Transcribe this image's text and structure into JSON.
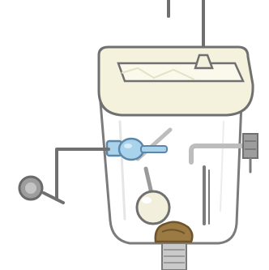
{
  "diagram": {
    "components": [
      "supply-pipe",
      "lid-tray",
      "tank",
      "float-valve",
      "float-arm",
      "float-ball",
      "overflow-pipe",
      "refill-tube",
      "flush-handle",
      "lever-arm",
      "flapper",
      "drain-outlet"
    ]
  },
  "colors": {
    "outline": "#6f6f6f",
    "lid_fill": "#f4f1dd",
    "lid_inner": "#fbf9ec",
    "tank_glass": "#ffffff",
    "valve_blue": "#a9d3ec",
    "valve_blue_stroke": "#5d87a6",
    "float_ball": "#f2efdc",
    "flapper": "#9b7a43",
    "flapper_dark": "#6e5428",
    "handle_fill": "#9d9d9d",
    "drain_fill": "#c9c9c9",
    "pipe_grey": "#bdbdbd"
  }
}
